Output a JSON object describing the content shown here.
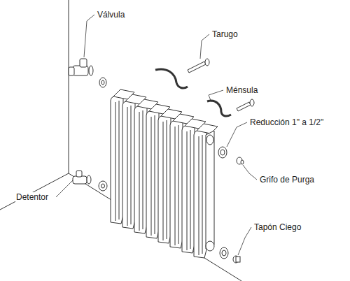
{
  "diagram": {
    "labels": [
      "Válvula",
      "Tarugo",
      "Ménsula",
      "Reducción 1\" a 1/2\"",
      "Grifo de Purga",
      "Detentor",
      "Tapón Ciego"
    ]
  }
}
